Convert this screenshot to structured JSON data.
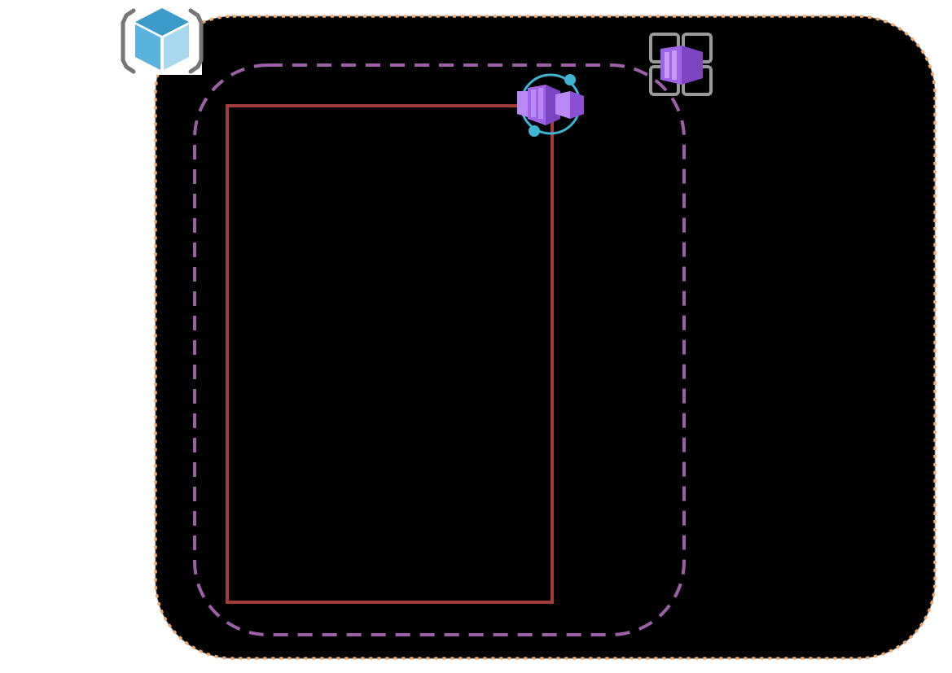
{
  "diagram": {
    "title": "",
    "colors": {
      "background": "#ffffff",
      "outer_fill": "#000000",
      "outer_border": "#f4a96a",
      "outer_border_inner": "#6b6b6b",
      "middle_border": "#9c5fa8",
      "inner_border": "#a33b3b",
      "cube_top": "#3b9ac9",
      "cube_left": "#5ab3dd",
      "cube_right": "#a7d8ee",
      "bracket_gray": "#767676",
      "container_purple_dark": "#7d44c2",
      "container_purple": "#9f63e8",
      "container_purple_light": "#b889f2",
      "ring_teal": "#3fb5d3",
      "grid_gray": "#9a9a9a"
    },
    "boundaries": [
      {
        "id": "resource-group",
        "style": "dotted",
        "label": ""
      },
      {
        "id": "virtual-network",
        "style": "dashed",
        "label": ""
      },
      {
        "id": "subnet",
        "style": "solid",
        "label": ""
      }
    ],
    "icons": [
      {
        "id": "resource-group-icon",
        "semantic": "azure-resource-group"
      },
      {
        "id": "container-apps-environment-icon",
        "semantic": "azure-container-apps-environment"
      },
      {
        "id": "container-registry-icon",
        "semantic": "azure-container-instances-grid"
      }
    ]
  }
}
